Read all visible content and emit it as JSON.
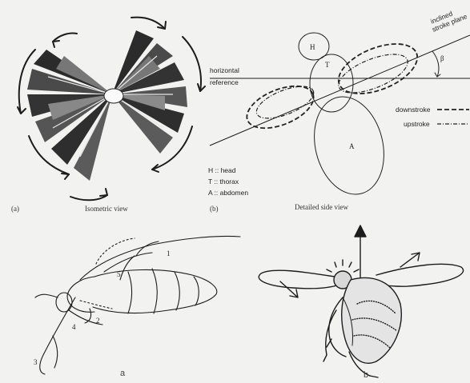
{
  "panel_a": {
    "caption": "Isometric view",
    "tag": "(a)"
  },
  "panel_b": {
    "caption": "Detailed side view",
    "tag": "(b)",
    "labels": {
      "head_letter": "H",
      "thorax_letter": "T",
      "abdomen_letter": "A",
      "horizontal_reference_line1": "horizontal",
      "horizontal_reference_line2": "reference",
      "inclined_stroke_plane_line1": "inclined",
      "inclined_stroke_plane_line2": "stroke plane",
      "beta": "β",
      "downstroke": "downstroke",
      "upstroke": "upstroke"
    },
    "key": {
      "head": "H :: head",
      "thorax": "T :: thorax",
      "abdomen": "A :: abdomen"
    }
  },
  "panel_c": {
    "caption": "a",
    "numbers": [
      "1",
      "2",
      "3",
      "4",
      "5"
    ]
  },
  "panel_d": {
    "caption": "b"
  }
}
